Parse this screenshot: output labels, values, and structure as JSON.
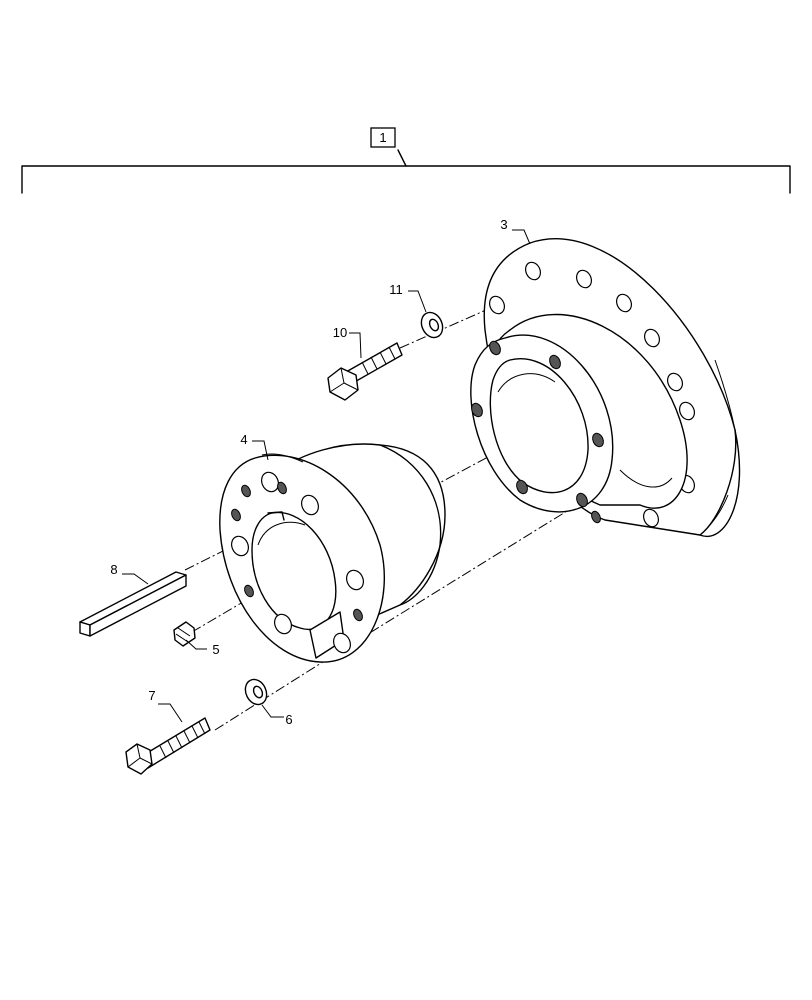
{
  "assembly_callout": "1",
  "parts": [
    {
      "id": "p3",
      "label": "3",
      "icon": "flange-housing"
    },
    {
      "id": "p4",
      "label": "4",
      "icon": "hub-bushing"
    },
    {
      "id": "p5",
      "label": "5",
      "icon": "set-screw"
    },
    {
      "id": "p6",
      "label": "6",
      "icon": "washer"
    },
    {
      "id": "p7",
      "label": "7",
      "icon": "hex-bolt"
    },
    {
      "id": "p8",
      "label": "8",
      "icon": "key"
    },
    {
      "id": "p10",
      "label": "10",
      "icon": "hex-bolt"
    },
    {
      "id": "p11",
      "label": "11",
      "icon": "washer"
    }
  ]
}
